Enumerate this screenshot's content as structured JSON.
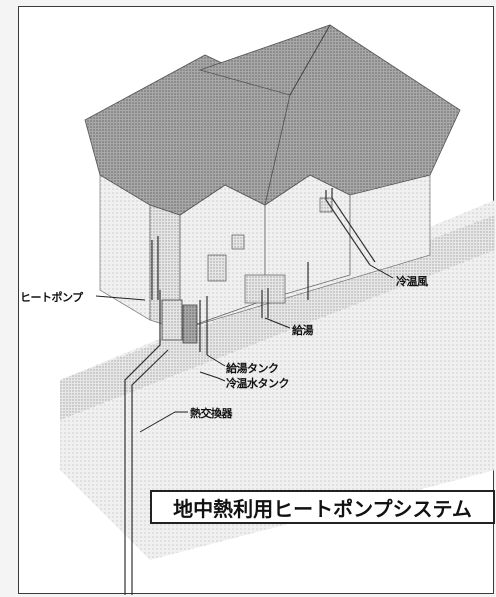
{
  "diagram": {
    "title": "地中熱利用ヒートポンプシステム",
    "labels": {
      "heat_pump": "ヒートポンプ",
      "cool_warm_air": "冷温風",
      "hot_water_supply": "給湯",
      "hot_water_tank": "給湯タンク",
      "cold_warm_water_tank": "冷温水タンク",
      "heat_exchanger": "熱交換器"
    }
  }
}
